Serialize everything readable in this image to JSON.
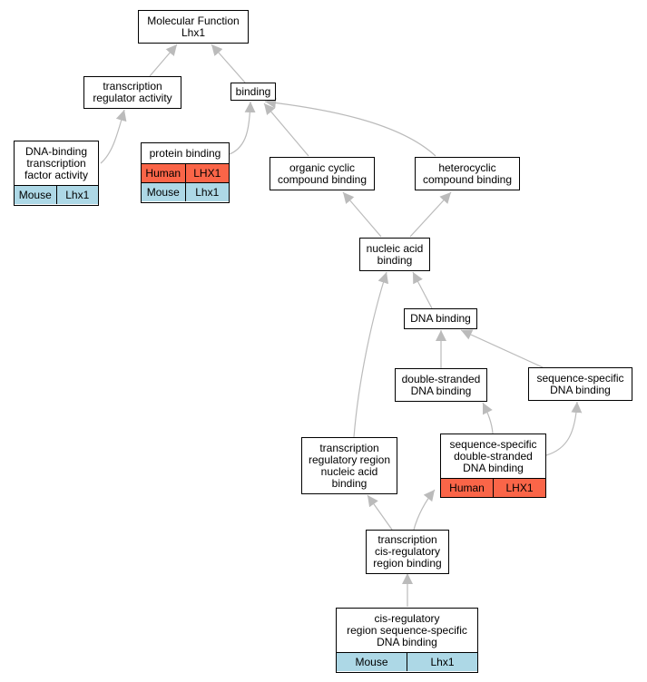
{
  "colors": {
    "human": "#fa6548",
    "mouse": "#add8e6",
    "edge": "#bbbbbb"
  },
  "nodes": {
    "root": {
      "label": "Molecular Function\nLhx1"
    },
    "transcription_regulator_activity": {
      "label": "transcription\nregulator activity"
    },
    "binding": {
      "label": "binding"
    },
    "dna_binding_tf_activity": {
      "label": "DNA-binding\ntranscription\nfactor activity",
      "rows": [
        {
          "species": "Mouse",
          "gene": "Lhx1"
        }
      ]
    },
    "protein_binding": {
      "label": "protein binding",
      "rows": [
        {
          "species": "Human",
          "gene": "LHX1"
        },
        {
          "species": "Mouse",
          "gene": "Lhx1"
        }
      ]
    },
    "organic_cyclic_compound_binding": {
      "label": "organic cyclic\ncompound binding"
    },
    "heterocyclic_compound_binding": {
      "label": "heterocyclic\ncompound binding"
    },
    "nucleic_acid_binding": {
      "label": "nucleic acid\nbinding"
    },
    "dna_binding": {
      "label": "DNA binding"
    },
    "double_stranded_dna_binding": {
      "label": "double-stranded\nDNA binding"
    },
    "sequence_specific_dna_binding": {
      "label": "sequence-specific\nDNA binding"
    },
    "transcription_regulatory_region_nucleic_acid_binding": {
      "label": "transcription\nregulatory region\nnucleic acid\nbinding"
    },
    "sequence_specific_ds_dna_binding": {
      "label": "sequence-specific\ndouble-stranded\nDNA binding",
      "rows": [
        {
          "species": "Human",
          "gene": "LHX1"
        }
      ]
    },
    "transcription_cis_regulatory_region_binding": {
      "label": "transcription\ncis-regulatory\nregion binding"
    },
    "cis_regulatory_region_sequence_specific_dna_binding": {
      "label": "cis-regulatory\nregion sequence-specific\nDNA binding",
      "rows": [
        {
          "species": "Mouse",
          "gene": "Lhx1"
        }
      ]
    }
  }
}
